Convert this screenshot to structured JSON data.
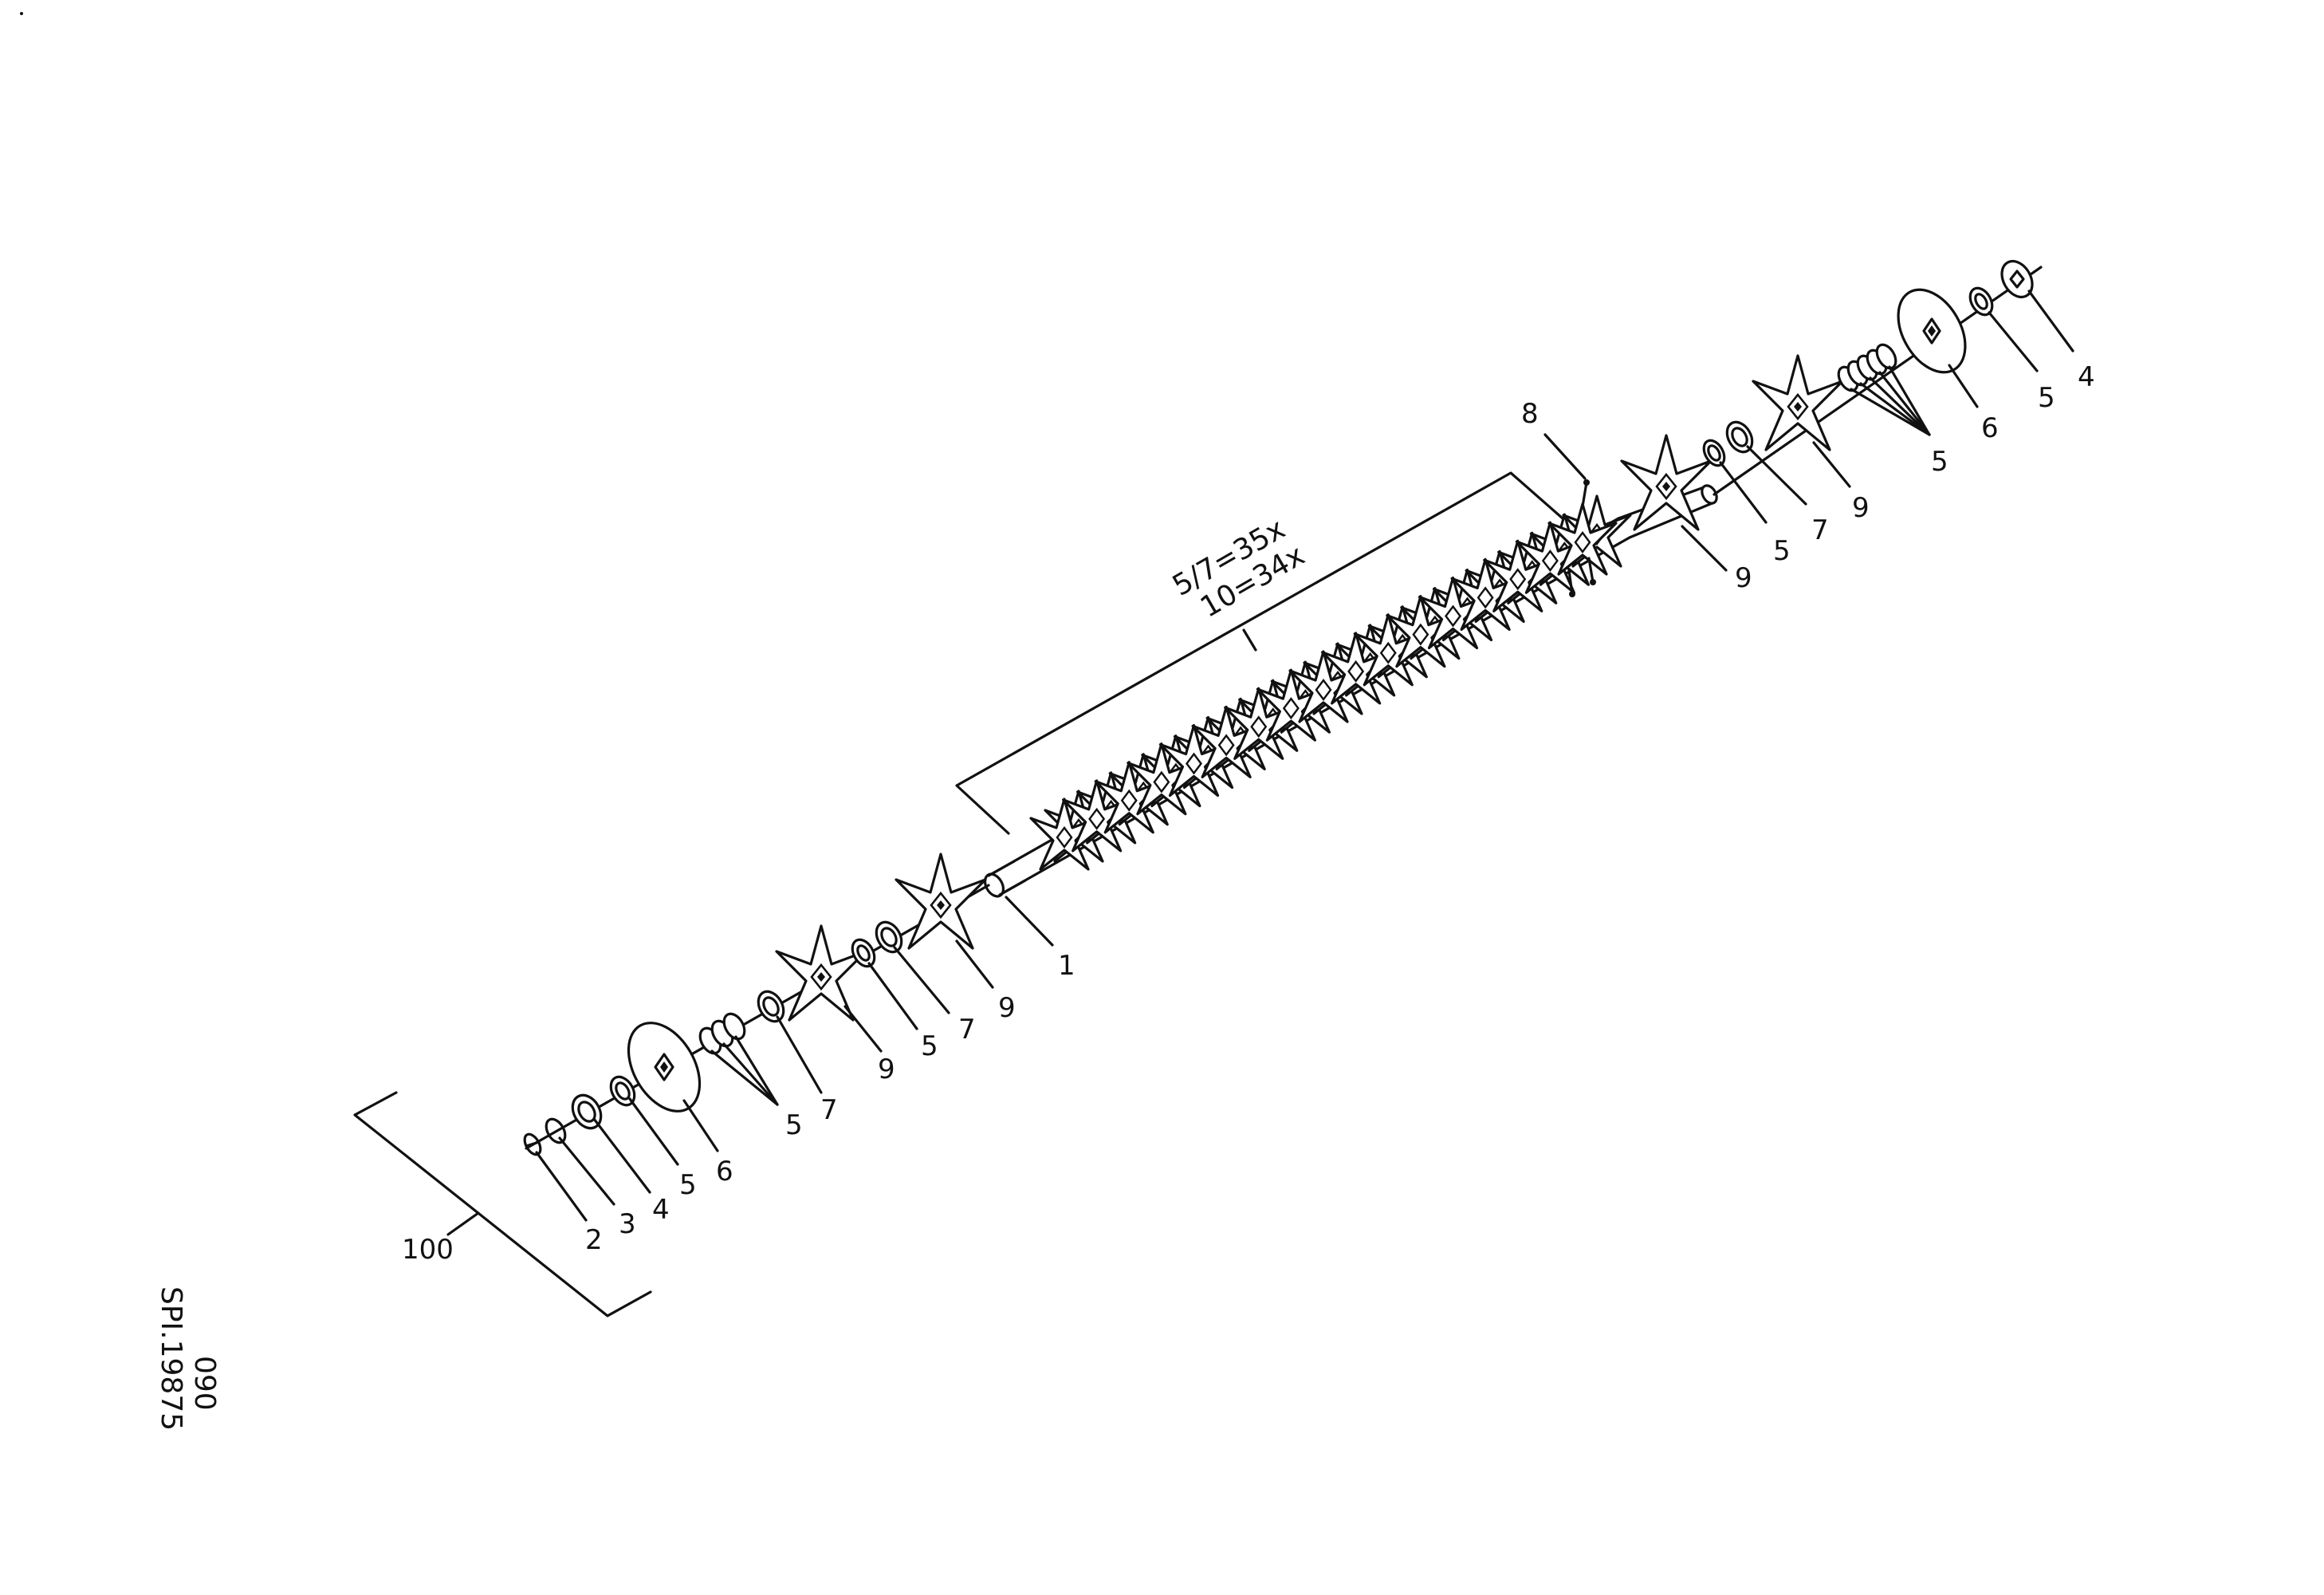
{
  "diagram": {
    "quantity_note_line1": "5/7=35x",
    "quantity_note_line2": "10=34x",
    "reference_line1": "SPI.19875",
    "reference_line2": "090",
    "assembly_label": "100",
    "part_labels": {
      "shaft": "1",
      "left_pin": "2",
      "left_ring": "3",
      "left_end_washer": "4",
      "left_washer": "5",
      "left_disc": "6",
      "left_spring_group": "5",
      "left_spacer_outer": "7",
      "left_star_outer": "9",
      "left_washer_mid": "5",
      "left_spacer_mid": "7",
      "left_star_inner": "9",
      "bolt": "8",
      "right_star_inner": "9",
      "right_washer_mid": "5",
      "right_spacer_mid": "7",
      "right_star_outer": "9",
      "right_spring_group": "5",
      "right_disc": "6",
      "right_washer": "5",
      "right_end_washer": "4"
    }
  }
}
